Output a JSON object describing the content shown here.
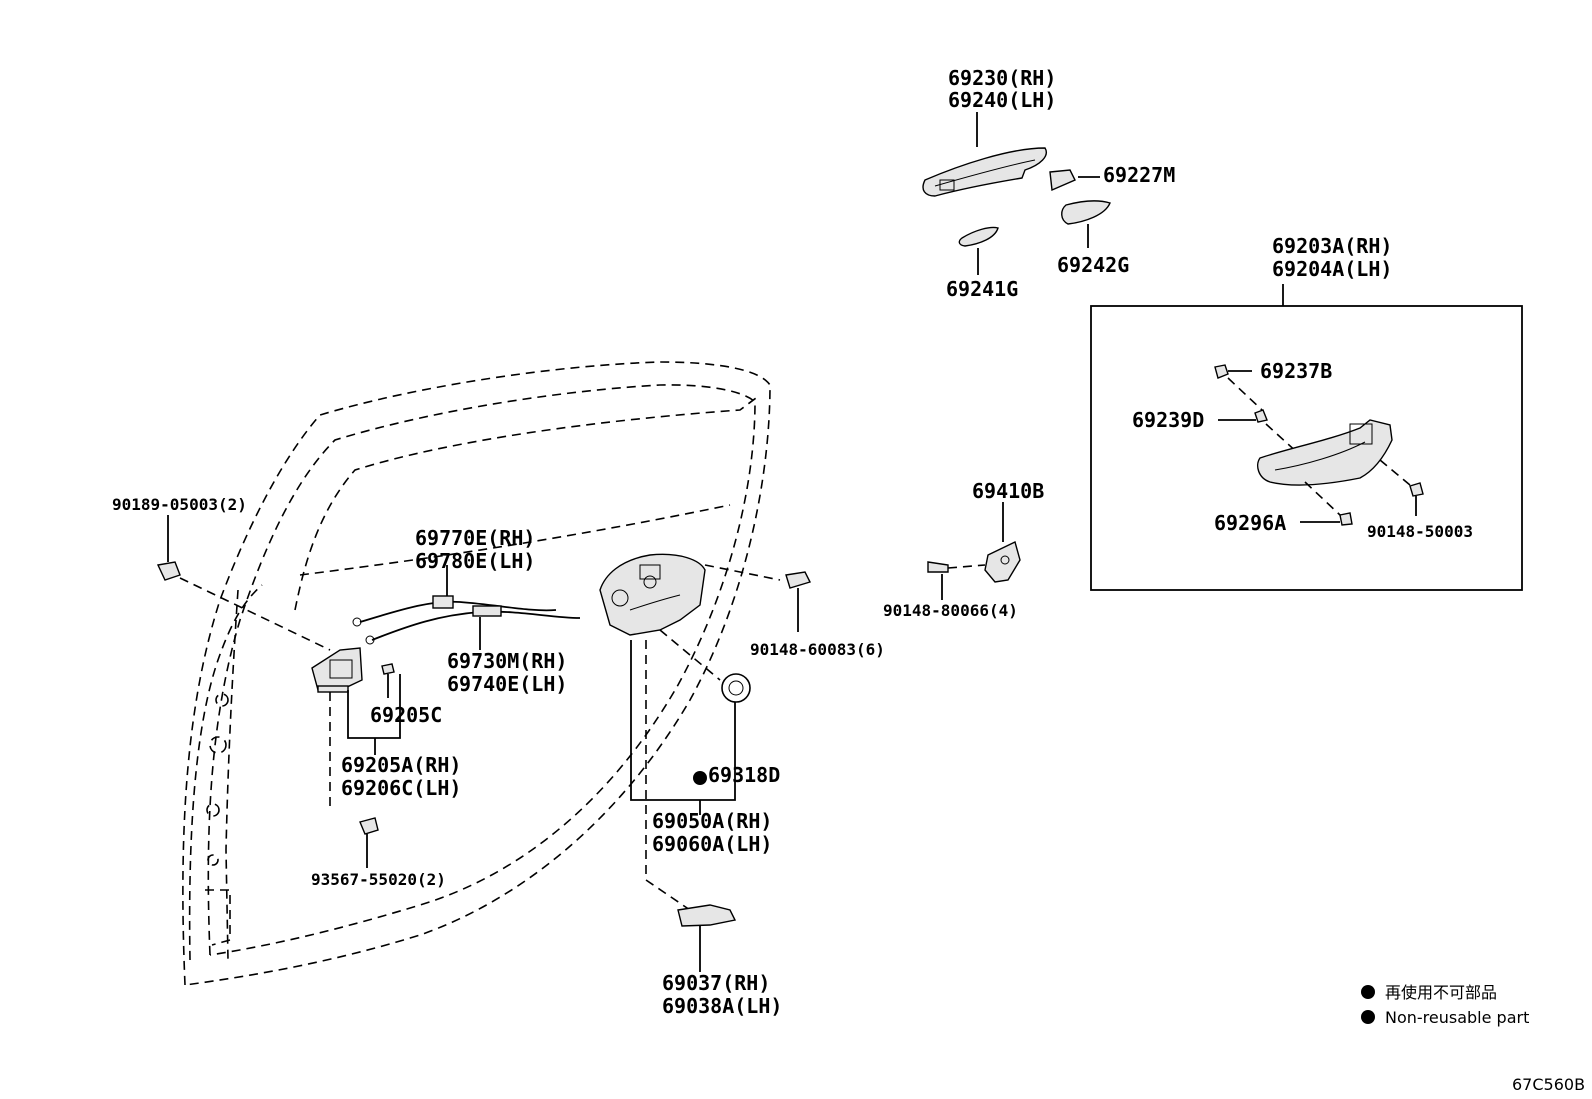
{
  "labels": {
    "p69230": "69230(RH)",
    "p69240": "69240(LH)",
    "p69227M": "69227M",
    "p69242G": "69242G",
    "p69241G": "69241G",
    "p69203A": "69203A(RH)",
    "p69204A": "69204A(LH)",
    "p69237B": "69237B",
    "p69239D": "69239D",
    "p69296A": "69296A",
    "p90148_50003": "90148-50003",
    "p69410B": "69410B",
    "p90148_80066": "90148-80066(4)",
    "p90189": "90189-05003(2)",
    "p69770E": "69770E(RH)",
    "p69780E": "69780E(LH)",
    "p69730M": "69730M(RH)",
    "p69740E": "69740E(LH)",
    "p90148_60083": "90148-60083(6)",
    "p69205C": "69205C",
    "p69205A": "69205A(RH)",
    "p69206C": "69206C(LH)",
    "p69318D": "69318D",
    "p69050A": "69050A(RH)",
    "p69060A": "69060A(LH)",
    "p93567": "93567-55020(2)",
    "p69037": "69037(RH)",
    "p69038A": "69038A(LH)"
  },
  "legend": {
    "jp": "再使用不可部品",
    "en": "Non-reusable part"
  },
  "figure_code": "67C560B"
}
